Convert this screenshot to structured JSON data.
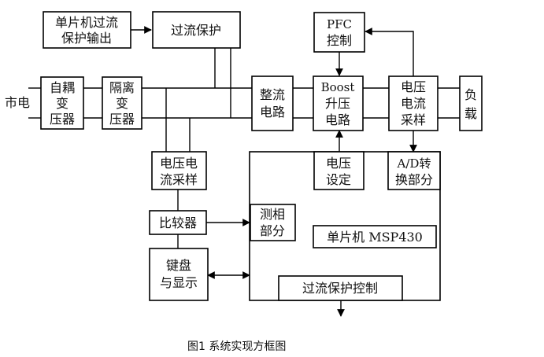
{
  "blocks": {
    "mcu_overcurrent_output": [
      "单片机过流",
      "保护输出"
    ],
    "overcurrent_protection": "过流保护",
    "pfc_control": [
      "PFC",
      "控制"
    ],
    "mains": "市电",
    "autotransformer": [
      "自耦",
      "变",
      "压器"
    ],
    "isolation_transformer": [
      "隔离",
      "变",
      "压器"
    ],
    "rectifier": [
      "整流",
      "电路"
    ],
    "boost": [
      "Boost",
      "升压",
      "电路"
    ],
    "vi_sampling_right": [
      "电压",
      "电流",
      "采样"
    ],
    "load": [
      "负",
      "载"
    ],
    "vi_sampling_left": [
      "电压电",
      "流采样"
    ],
    "voltage_setting": [
      "电压",
      "设定"
    ],
    "adc": [
      "A/D转",
      "换部分"
    ],
    "comparator": "比较器",
    "phase_detect": [
      "测相",
      "部分"
    ],
    "mcu": "单片机 MSP430",
    "keyboard_display": [
      "键盘",
      "与显示"
    ],
    "overcurrent_control": "过流保护控制"
  },
  "caption": "图1  系统实现方框图"
}
